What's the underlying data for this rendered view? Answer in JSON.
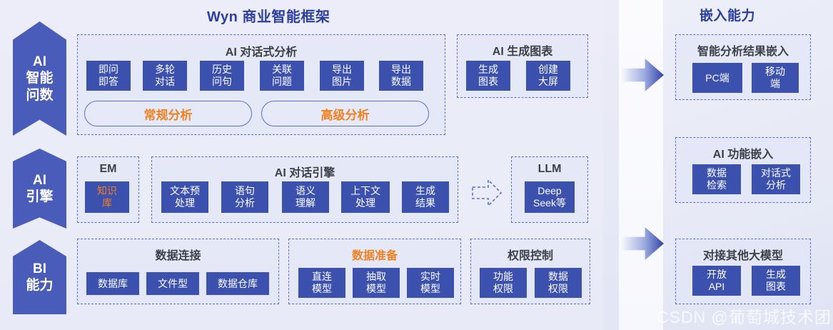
{
  "title": "Wyn 商业智能框架",
  "right_title": "嵌入能力",
  "watermark": "CSDN @葡萄城技术团队",
  "colors": {
    "badge_blue": "#4a5cba",
    "chip_blue": "#3c51ae",
    "accent_orange": "#f2801f",
    "title_blue": "#2b3f9e",
    "dash_border": "#5b6fd0",
    "background": "#e8eaf6"
  },
  "stages": [
    {
      "id": "ai-smart-query",
      "lines": [
        "AI",
        "智能",
        "问数"
      ]
    },
    {
      "id": "ai-engine",
      "lines": [
        "AI",
        "引擎"
      ]
    },
    {
      "id": "bi-capability",
      "lines": [
        "BI",
        "能力"
      ]
    }
  ],
  "groups": {
    "ai_dialog_analysis": {
      "title": "AI 对话式分析",
      "title_accent": false,
      "chips": [
        "即问\n即答",
        "多轮\n对话",
        "历史\n问句",
        "关联\n问题",
        "导出\n图片",
        "导出\n数据"
      ],
      "pills": [
        "常规分析",
        "高级分析"
      ]
    },
    "ai_chart_generation": {
      "title": "AI 生成图表",
      "title_accent": false,
      "chips": [
        "生成\n图表",
        "创建\n大屏"
      ]
    },
    "em": {
      "title": "EM",
      "title_accent": false,
      "chips": [
        "知识\n库"
      ],
      "chip_accent": true
    },
    "ai_dialog_engine": {
      "title": "AI 对话引擎",
      "title_accent": false,
      "chips": [
        "文本预\n处理",
        "语句\n分析",
        "语义\n理解",
        "上下文\n处理",
        "生成\n结果"
      ]
    },
    "llm": {
      "title": "LLM",
      "title_accent": false,
      "chips": [
        "Deep\nSeek等"
      ]
    },
    "data_connection": {
      "title": "数据连接",
      "title_accent": false,
      "chips": [
        "数据库",
        "文件型",
        "数据仓库"
      ]
    },
    "data_preparation": {
      "title": "数据准备",
      "title_accent": true,
      "chips": [
        "直连\n模型",
        "抽取\n模型",
        "实时\n模型"
      ]
    },
    "permission_control": {
      "title": "权限控制",
      "title_accent": false,
      "chips": [
        "功能\n权限",
        "数据\n权限"
      ]
    },
    "smart_result_embed": {
      "title": "智能分析结果嵌入",
      "title_accent": false,
      "chips": [
        "PC端",
        "移动\n端"
      ]
    },
    "ai_function_embed": {
      "title": "AI 功能嵌入",
      "title_accent": false,
      "chips": [
        "数据\n检索",
        "对话式\n分析"
      ]
    },
    "other_llm_integration": {
      "title": "对接其他大模型",
      "title_accent": false,
      "chips": [
        "开放\nAPI",
        "生成\n图表"
      ]
    }
  }
}
